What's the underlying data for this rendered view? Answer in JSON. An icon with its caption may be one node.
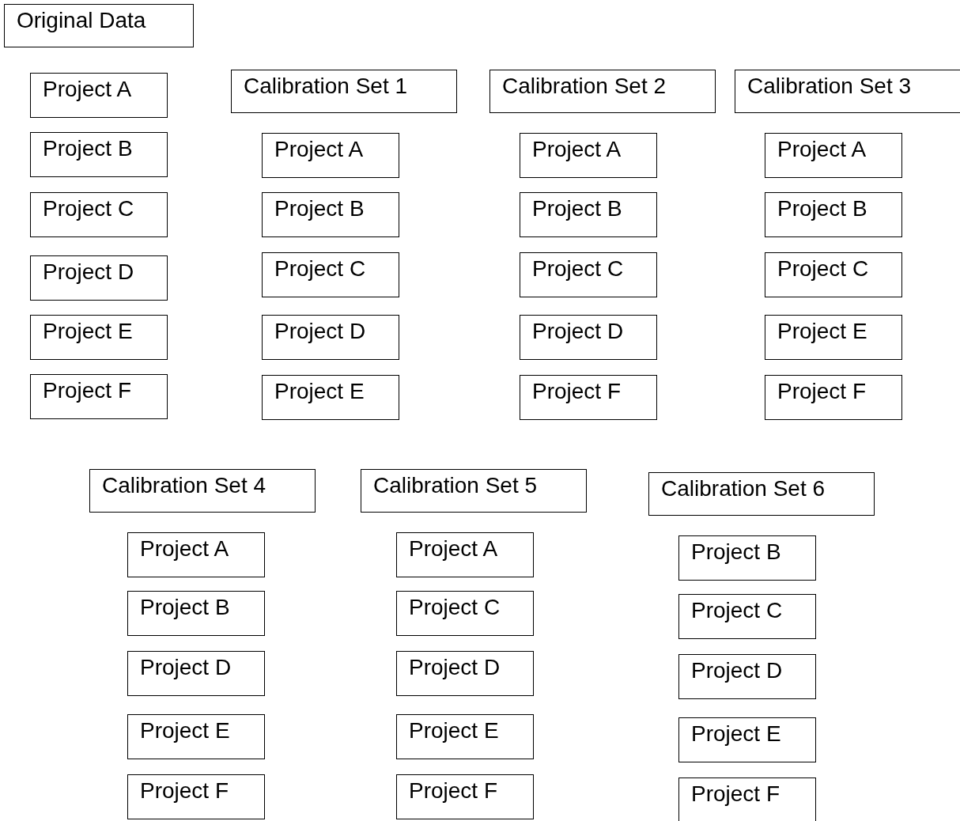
{
  "diagram": {
    "nodes": [
      {
        "text": [
          "Original Data"
        ]
      },
      {
        "text": [
          "Project A"
        ]
      },
      {
        "text": [
          "Project B"
        ]
      },
      {
        "text": [
          "Project C"
        ]
      },
      {
        "text": [
          "Project D"
        ]
      },
      {
        "text": [
          "Project E"
        ]
      },
      {
        "text": [
          "Project F"
        ]
      },
      {
        "text": [
          "Calibration Set 1"
        ]
      },
      {
        "text": [
          "Project A"
        ]
      },
      {
        "text": [
          "Project B"
        ]
      },
      {
        "text": [
          "Project C"
        ]
      },
      {
        "text": [
          "Project D"
        ]
      },
      {
        "text": [
          "Project E"
        ]
      },
      {
        "text": [
          "Calibration Set 2"
        ]
      },
      {
        "text": [
          "Project A"
        ]
      },
      {
        "text": [
          "Project B"
        ]
      },
      {
        "text": [
          "Project C"
        ]
      },
      {
        "text": [
          "Project D"
        ]
      },
      {
        "text": [
          "Project F"
        ]
      },
      {
        "text": [
          "Calibration Set 3"
        ]
      },
      {
        "text": [
          "Project A"
        ]
      },
      {
        "text": [
          "Project B"
        ]
      },
      {
        "text": [
          "Project C"
        ]
      },
      {
        "text": [
          "Project E"
        ]
      },
      {
        "text": [
          "Project F"
        ]
      },
      {
        "text": [
          "Calibration Set 4"
        ]
      },
      {
        "text": [
          "Project A"
        ]
      },
      {
        "text": [
          "Project B"
        ]
      },
      {
        "text": [
          "Project D"
        ]
      },
      {
        "text": [
          "Project E"
        ]
      },
      {
        "text": [
          "Project F"
        ]
      },
      {
        "text": [
          "Calibration Set 5"
        ]
      },
      {
        "text": [
          "Project A"
        ]
      },
      {
        "text": [
          "Project C"
        ]
      },
      {
        "text": [
          "Project D"
        ]
      },
      {
        "text": [
          "Project E"
        ]
      },
      {
        "text": [
          "Project F"
        ]
      },
      {
        "text": [
          "Calibration Set 6"
        ]
      },
      {
        "text": [
          "Project B"
        ]
      },
      {
        "text": [
          "Project C"
        ]
      },
      {
        "text": [
          "Project D"
        ]
      },
      {
        "text": [
          "Project E"
        ]
      },
      {
        "text": [
          "Project F"
        ]
      }
    ]
  }
}
